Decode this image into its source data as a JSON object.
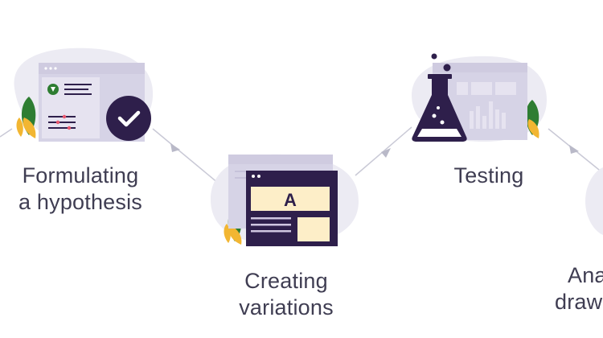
{
  "steps": [
    {
      "id": "formulating",
      "line1": "Formulating",
      "line2": "a hypothesis"
    },
    {
      "id": "creating",
      "line1": "Creating",
      "line2": "variations"
    },
    {
      "id": "testing",
      "line1": "Testing",
      "line2": ""
    },
    {
      "id": "analyzing",
      "line1": "Ana",
      "line2": "draw"
    }
  ],
  "variation_badge": "A",
  "colors": {
    "connector": "#c9c9d6",
    "arrow": "#b9b9c8",
    "blob": "#ecebf3",
    "card": "#d6d3e6",
    "card_inner": "#e6e3f0",
    "dark_purple": "#2e1f4b",
    "cream": "#fdeec8",
    "leaf_green": "#2e7d32",
    "leaf_yellow": "#f2b632",
    "text": "#3f3d52"
  },
  "icons": [
    "check-icon",
    "flask-icon",
    "leaf-icon",
    "bulb-icon"
  ]
}
